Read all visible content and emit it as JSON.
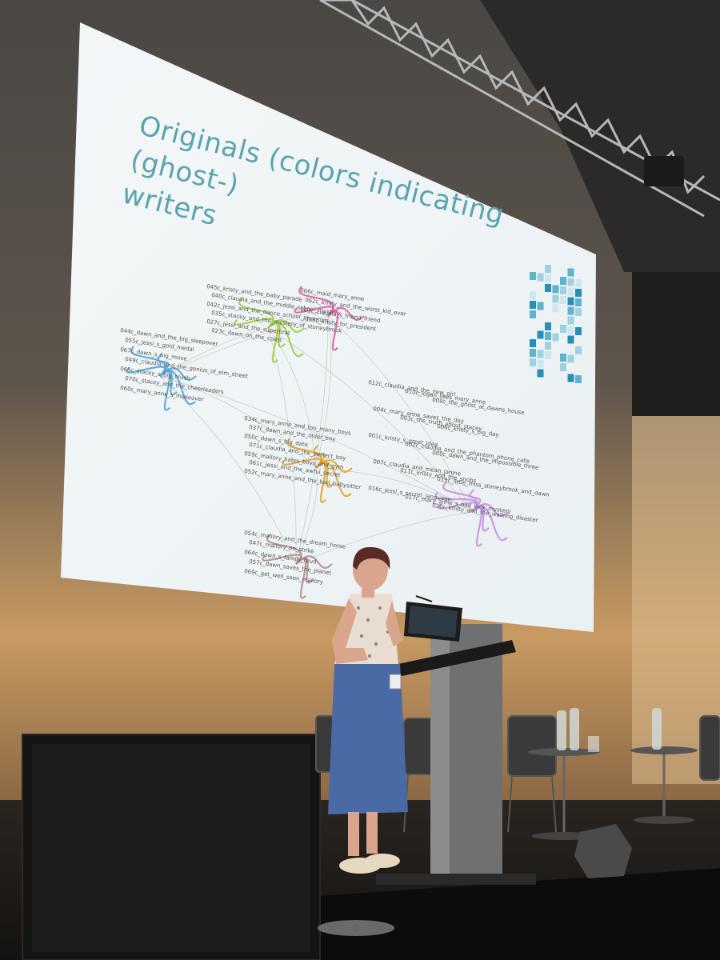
{
  "slide": {
    "title_line1": "Originals (colors indicating (ghost-)",
    "title_line2": "writers"
  },
  "network": {
    "clusters": [
      {
        "color": "#4aa3d8",
        "labels": [
          "044c_dawn_and_the_big_sleepover",
          "055c_jessi_s_gold_medal",
          "067c_dawn_s_big_move",
          "049c_claudia_and_the_genius_of_elm_street",
          "065c_stacey_s_big_crush",
          "070c_stacey_and_the_cheerleaders",
          "060c_mary_anne_s_makeover"
        ]
      },
      {
        "color": "#9acd32",
        "labels": [
          "045c_kristy_and_the_baby_parade",
          "040c_claudia_and_the_middle_school_mystery",
          "042c_jessi_and_the_dance_school_phantom",
          "035c_stacey_and_the_mystery_of_stoneybrook",
          "027c_jessi_and_the_superbrat",
          "023c_dawn_on_the_coast"
        ]
      },
      {
        "color": "#e0559a",
        "labels": [
          "066c_maid_mary_anne",
          "062c_kristy_and_the_worst_kid_ever",
          "063c_claudia_s_friend_friend",
          "053c_kristy_for_president"
        ]
      },
      {
        "color": "#c58be0",
        "labels": [
          "012c_claudia_and_the_new_girl",
          "010c_logan_likes_mary_anne",
          "009c_the_ghost_at_dawns_house",
          "004c_mary_anne_saves_the_day",
          "003c_the_truth_about_stacey",
          "006c_kristy_s_big_day",
          "001c_kristy_s_great_idea",
          "002c_claudia_and_the_phantom_phone_calls",
          "005c_dawn_and_the_impossible_three",
          "007c_claudia_and_mean_janine",
          "011c_kristy_and_the_snobs",
          "015c_little_miss_stoneybrook_and_dawn",
          "016c_jessi_s_secret_language",
          "017c_mary_anne_s_bad_luck_mystery",
          "020c_kristy_and_the_walking_disaster"
        ]
      },
      {
        "color": "#e0a020",
        "labels": [
          "034c_mary_anne_and_too_many_boys",
          "037c_dawn_and_the_older_boy",
          "050c_dawn_s_big_date",
          "071c_claudia_and_the_perfect_boy",
          "059c_mallory_hates_boys_and_gym",
          "061c_jessi_and_the_awful_secret",
          "052c_mary_anne_and_the_bad_babysitter"
        ]
      },
      {
        "color": "#b08a8a",
        "labels": [
          "054c_mallory_and_the_dream_horse",
          "047c_mallory_on_strike",
          "064c_dawn_s_family_feud",
          "057c_dawn_saves_the_planet",
          "069c_get_well_soon_mallory"
        ]
      }
    ]
  }
}
